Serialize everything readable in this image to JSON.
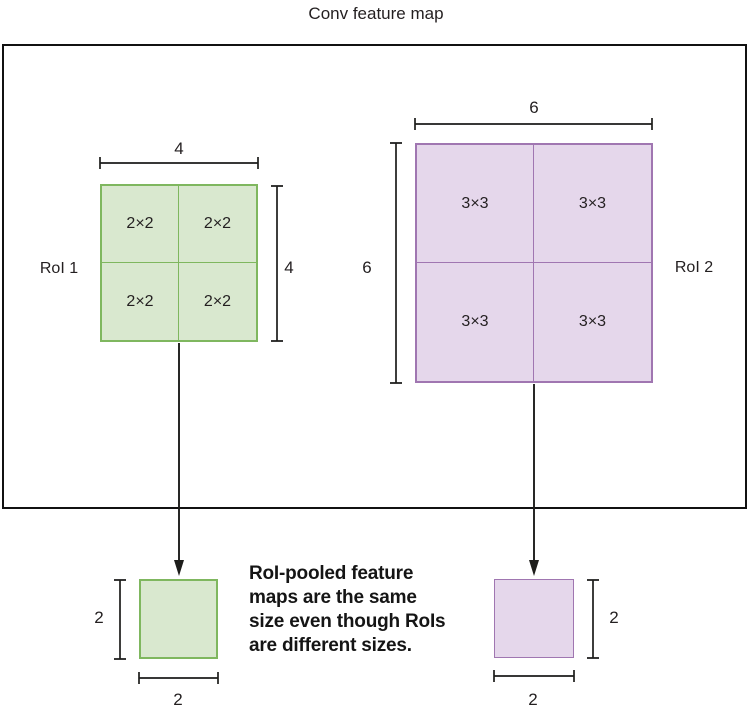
{
  "title": "Conv feature map",
  "colors": {
    "green_fill": "#d9e8cf",
    "green_border": "#7fb75f",
    "purple_fill": "#e5d7eb",
    "purple_border": "#a076b1",
    "line": "#1d1d1b"
  },
  "roi1": {
    "label": "RoI 1",
    "width_label": "4",
    "height_label": "4",
    "cells": [
      "2×2",
      "2×2",
      "2×2",
      "2×2"
    ]
  },
  "roi2": {
    "label": "RoI 2",
    "width_label": "6",
    "height_label": "6",
    "cells": [
      "3×3",
      "3×3",
      "3×3",
      "3×3"
    ]
  },
  "pooled_green": {
    "width_label": "2",
    "height_label": "2"
  },
  "pooled_purple": {
    "width_label": "2",
    "height_label": "2"
  },
  "annotation": {
    "lines": [
      "RoI-pooled feature",
      "maps are the same",
      "size even though RoIs",
      "are different sizes."
    ]
  }
}
